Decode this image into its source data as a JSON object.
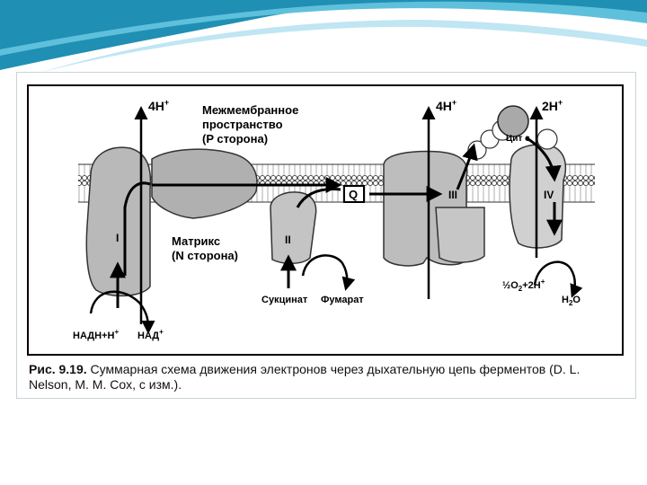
{
  "header_colors": {
    "dark": "#1f8fb3",
    "mid": "#5fc0dc",
    "light": "#bfe6f2"
  },
  "diagram": {
    "labels": {
      "h4_left": "4H",
      "h4_right": "4H",
      "h2": "2H",
      "plus": "+",
      "space_line1": "Межмембранное",
      "space_line2": "пространство",
      "space_line3": "(P сторона)",
      "matrix_line1": "Матрикс",
      "matrix_line2": "(N сторона)",
      "cyt_c": "Цит c",
      "q": "Q",
      "complex_1": "I",
      "complex_2": "II",
      "complex_3": "III",
      "complex_4": "IV",
      "nadh": "НАДН+Н",
      "nad": "НАД",
      "succinate": "Сукцинат",
      "fumarate": "Фумарат",
      "o2_half": "½",
      "o2_o": "O",
      "o2_sub": "2",
      "o2_tail": "+2H",
      "h2o_h": "H",
      "h2o_sub": "2",
      "h2o_o": "O"
    }
  },
  "caption": {
    "figure_number": "Рис. 9.19.",
    "text": " Суммарная схема движения электронов через дыхательную цепь ферментов (D. L. Nelson, M. M. Cox, с изм.)."
  }
}
